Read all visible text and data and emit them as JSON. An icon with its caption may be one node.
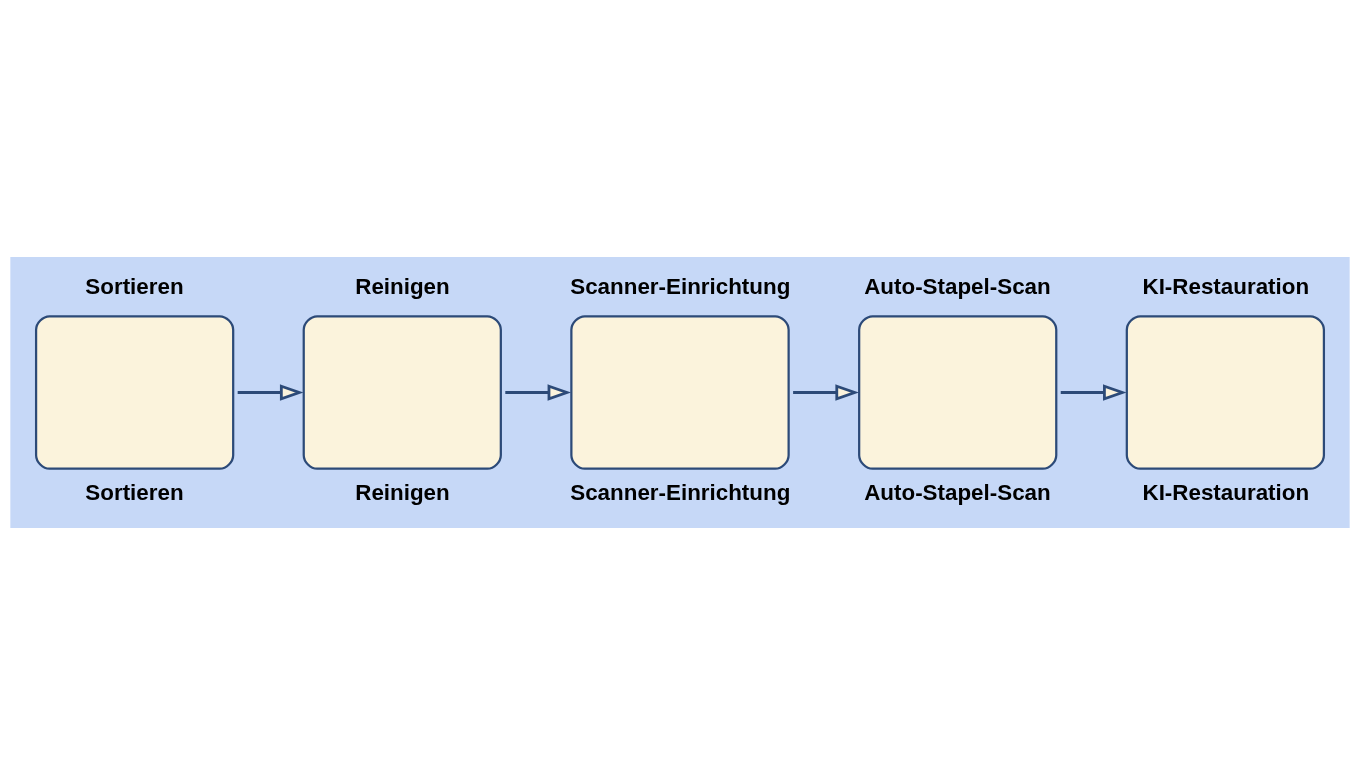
{
  "diagram": {
    "nodes": [
      {
        "text": [
          "Sortieren"
        ],
        "beside": [
          "Sortieren"
        ]
      },
      {
        "text": [
          "Reinigen"
        ],
        "beside": [
          "Reinigen"
        ]
      },
      {
        "text": [
          "Scanner-Einrichtung"
        ],
        "beside": [
          "Scanner-Einrichtung"
        ]
      },
      {
        "text": [
          "Auto-Stapel-Scan"
        ],
        "beside": [
          "Auto-Stapel-Scan"
        ]
      },
      {
        "text": [
          "KI-Restauration"
        ],
        "beside": [
          "KI-Restauration"
        ]
      }
    ],
    "edges": [
      {
        "from": 0,
        "to": 1,
        "arrow": "to"
      },
      {
        "from": 1,
        "to": 2,
        "arrow": "to"
      },
      {
        "from": 2,
        "to": 3,
        "arrow": "to"
      },
      {
        "from": 3,
        "to": 4,
        "arrow": "to"
      }
    ]
  }
}
